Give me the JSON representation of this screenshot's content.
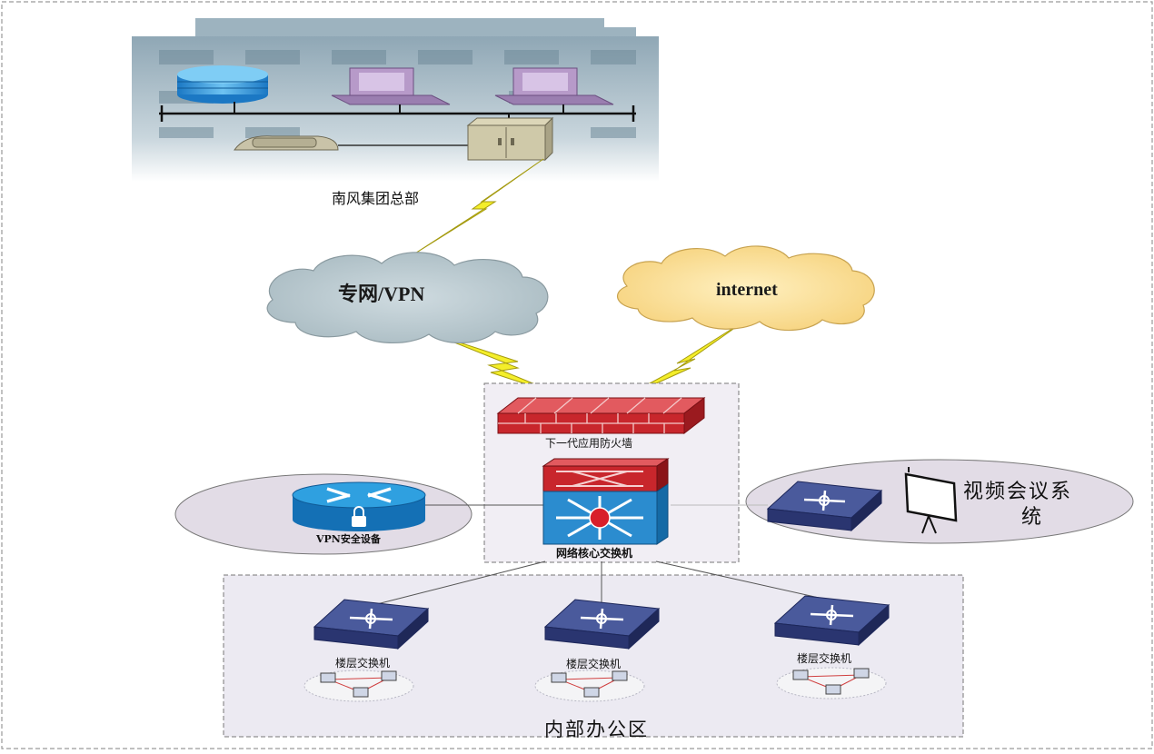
{
  "hq": {
    "label": "南风集团总部"
  },
  "clouds": {
    "private_vpn": "专网/VPN",
    "internet": "internet"
  },
  "core": {
    "firewall_label": "下一代应用防火墙",
    "core_switch_label": "网络核心交换机"
  },
  "vpn": {
    "label": "VPN安全设备"
  },
  "video": {
    "label_line1": "视频会议系",
    "label_line2": "统"
  },
  "office": {
    "title": "内部办公区",
    "floor_switches": [
      {
        "label": "楼层交换机"
      },
      {
        "label": "楼层交换机"
      },
      {
        "label": "楼层交换机"
      }
    ]
  },
  "colors": {
    "firewall_red": "#c8262c",
    "switch_navy": "#3b4a8c",
    "router_blue": "#1f8fd0",
    "vpn_cloud": "#b8c6cc",
    "internet_cloud": "#fbe3a0",
    "lightning": "#f4ee2a",
    "zone_fill": "#eceaf2",
    "ellipse_fill": "#e2dce6"
  }
}
